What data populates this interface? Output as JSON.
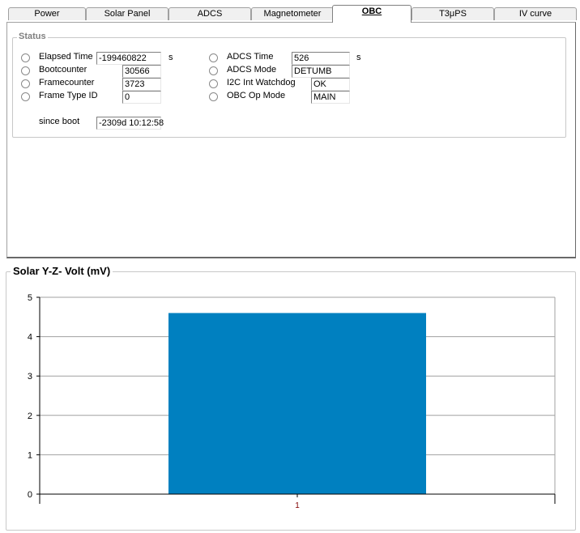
{
  "tabs": [
    {
      "label": "Power",
      "active": false
    },
    {
      "label": "Solar Panel",
      "active": false
    },
    {
      "label": "ADCS",
      "active": false
    },
    {
      "label": "Magnetometer",
      "active": false
    },
    {
      "label": "OBC",
      "active": true
    },
    {
      "label": "T3μPS",
      "active": false
    },
    {
      "label": "IV curve",
      "active": false
    }
  ],
  "status": {
    "legend": "Status",
    "left": {
      "elapsed_time": {
        "label": "Elapsed Time",
        "value": "-199460822",
        "unit": "s"
      },
      "bootcounter": {
        "label": "Bootcounter",
        "value": "30566"
      },
      "framecounter": {
        "label": "Framecounter",
        "value": "3723"
      },
      "frame_type_id": {
        "label": "Frame Type ID",
        "value": "0"
      }
    },
    "right": {
      "adcs_time": {
        "label": "ADCS Time",
        "value": "526",
        "unit": "s"
      },
      "adcs_mode": {
        "label": "ADCS Mode",
        "value": "DETUMB"
      },
      "i2c_watchdog": {
        "label": "I2C Int Watchdog",
        "value": "OK"
      },
      "obc_op_mode": {
        "label": "OBC Op Mode",
        "value": "MAIN"
      }
    },
    "since_boot": {
      "label": "since boot",
      "value": "-2309d 10:12:58"
    }
  },
  "chart_data": {
    "type": "bar",
    "title": "Solar  Y-Z- Volt (mV)",
    "categories": [
      "1"
    ],
    "values": [
      4.6
    ],
    "ylim": [
      0,
      5
    ],
    "yticks": [
      "0",
      "1",
      "2",
      "3",
      "4",
      "5"
    ],
    "grid": true,
    "bar_color": "#0080c0"
  }
}
